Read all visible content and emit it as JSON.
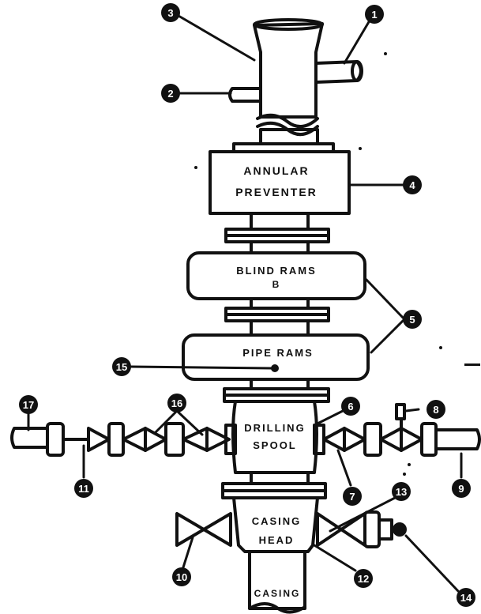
{
  "labels": {
    "annular_1": "ANNULAR",
    "annular_2": "PREVENTER",
    "blind_1": "BLIND RAMS",
    "blind_2": "B",
    "pipe": "PIPE RAMS",
    "drilling_1": "DRILLING",
    "drilling_2": "SPOOL",
    "casing_head_1": "CASING",
    "casing_head_2": "HEAD",
    "casing": "CASING"
  },
  "callouts": {
    "c1": "1",
    "c2": "2",
    "c3": "3",
    "c4": "4",
    "c5": "5",
    "c6": "6",
    "c7": "7",
    "c8": "8",
    "c9": "9",
    "c10": "10",
    "c11": "11",
    "c12": "12",
    "c13": "13",
    "c14": "14",
    "c15": "15",
    "c16": "16",
    "c17": "17"
  },
  "colors": {
    "ink": "#111111",
    "paper": "#ffffff"
  }
}
